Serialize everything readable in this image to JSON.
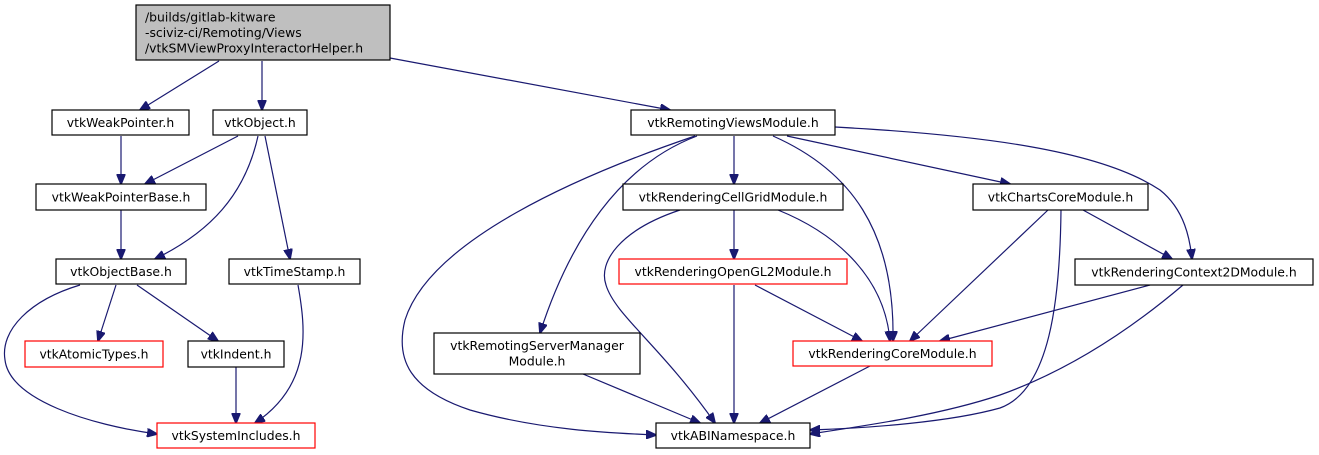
{
  "graph": {
    "title": "Include dependency graph for vtkSMViewProxyInteractorHelper.h",
    "colors": {
      "edge": "#191970",
      "border_normal": "#000000",
      "border_truncated": "#ff0000",
      "root_fill": "#bfbfbf",
      "node_fill": "#ffffff"
    },
    "nodes": [
      {
        "id": "root",
        "label_lines": [
          "/builds/gitlab-kitware",
          "-sciviz-ci/Remoting/Views",
          "/vtkSMViewProxyInteractorHelper.h"
        ],
        "kind": "root"
      },
      {
        "id": "weakptr",
        "label_lines": [
          "vtkWeakPointer.h"
        ],
        "kind": "normal"
      },
      {
        "id": "object",
        "label_lines": [
          "vtkObject.h"
        ],
        "kind": "normal"
      },
      {
        "id": "weakptrbase",
        "label_lines": [
          "vtkWeakPointerBase.h"
        ],
        "kind": "normal"
      },
      {
        "id": "objectbase",
        "label_lines": [
          "vtkObjectBase.h"
        ],
        "kind": "normal"
      },
      {
        "id": "timestamp",
        "label_lines": [
          "vtkTimeStamp.h"
        ],
        "kind": "normal"
      },
      {
        "id": "atomictypes",
        "label_lines": [
          "vtkAtomicTypes.h"
        ],
        "kind": "truncated"
      },
      {
        "id": "indent",
        "label_lines": [
          "vtkIndent.h"
        ],
        "kind": "normal"
      },
      {
        "id": "systemincludes",
        "label_lines": [
          "vtkSystemIncludes.h"
        ],
        "kind": "truncated"
      },
      {
        "id": "remotingviews",
        "label_lines": [
          "vtkRemotingViewsModule.h"
        ],
        "kind": "normal"
      },
      {
        "id": "cellgrid",
        "label_lines": [
          "vtkRenderingCellGridModule.h"
        ],
        "kind": "normal"
      },
      {
        "id": "chartscore",
        "label_lines": [
          "vtkChartsCoreModule.h"
        ],
        "kind": "normal"
      },
      {
        "id": "opengl2",
        "label_lines": [
          "vtkRenderingOpenGL2Module.h"
        ],
        "kind": "truncated"
      },
      {
        "id": "context2d",
        "label_lines": [
          "vtkRenderingContext2DModule.h"
        ],
        "kind": "normal"
      },
      {
        "id": "servermanager",
        "label_lines": [
          "vtkRemotingServerManager",
          "Module.h"
        ],
        "kind": "normal"
      },
      {
        "id": "renderingcore",
        "label_lines": [
          "vtkRenderingCoreModule.h"
        ],
        "kind": "truncated"
      },
      {
        "id": "abi",
        "label_lines": [
          "vtkABINamespace.h"
        ],
        "kind": "normal"
      }
    ],
    "edges": [
      {
        "from": "root",
        "to": "weakptr"
      },
      {
        "from": "root",
        "to": "object"
      },
      {
        "from": "root",
        "to": "remotingviews"
      },
      {
        "from": "weakptr",
        "to": "weakptrbase"
      },
      {
        "from": "object",
        "to": "weakptrbase"
      },
      {
        "from": "object",
        "to": "objectbase"
      },
      {
        "from": "object",
        "to": "timestamp"
      },
      {
        "from": "weakptrbase",
        "to": "objectbase"
      },
      {
        "from": "objectbase",
        "to": "atomictypes"
      },
      {
        "from": "objectbase",
        "to": "indent"
      },
      {
        "from": "objectbase",
        "to": "systemincludes"
      },
      {
        "from": "indent",
        "to": "systemincludes"
      },
      {
        "from": "timestamp",
        "to": "systemincludes"
      },
      {
        "from": "remotingviews",
        "to": "abi"
      },
      {
        "from": "remotingviews",
        "to": "servermanager"
      },
      {
        "from": "remotingviews",
        "to": "cellgrid"
      },
      {
        "from": "remotingviews",
        "to": "renderingcore"
      },
      {
        "from": "remotingviews",
        "to": "chartscore"
      },
      {
        "from": "remotingviews",
        "to": "context2d"
      },
      {
        "from": "cellgrid",
        "to": "abi"
      },
      {
        "from": "cellgrid",
        "to": "opengl2"
      },
      {
        "from": "cellgrid",
        "to": "renderingcore"
      },
      {
        "from": "opengl2",
        "to": "abi"
      },
      {
        "from": "opengl2",
        "to": "renderingcore"
      },
      {
        "from": "chartscore",
        "to": "renderingcore"
      },
      {
        "from": "chartscore",
        "to": "abi"
      },
      {
        "from": "chartscore",
        "to": "context2d"
      },
      {
        "from": "context2d",
        "to": "renderingcore"
      },
      {
        "from": "context2d",
        "to": "abi"
      },
      {
        "from": "servermanager",
        "to": "abi"
      },
      {
        "from": "renderingcore",
        "to": "abi"
      }
    ]
  }
}
